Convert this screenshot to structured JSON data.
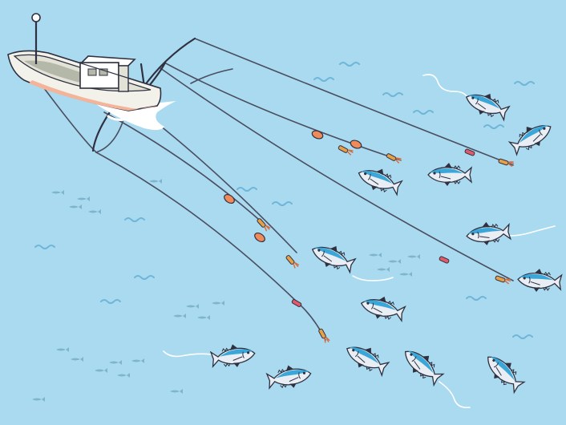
{
  "colors": {
    "sea": "#a9daf0",
    "ripple": "#6fb6d8",
    "shadow_fish": "#7fb5cc",
    "line": "#4a4e60",
    "hull": "#f2f2ea",
    "hull_stripe": "#f4b49a",
    "cabin": "#ffffff",
    "outline": "#2f3140",
    "float": "#f08a5a",
    "lure_body": "#e7a04a",
    "lure_tail": "#d96a3a",
    "fish_body": "#e8eef4",
    "fish_back": "#3aa7d8",
    "fish_fin": "#2f3140",
    "foam": "#ffffff"
  },
  "scene": {
    "subject": "tuna-trolling-boat",
    "tuna_count": 13,
    "trolling_line_count": 6,
    "float_count": 4,
    "lure_count": 8
  }
}
